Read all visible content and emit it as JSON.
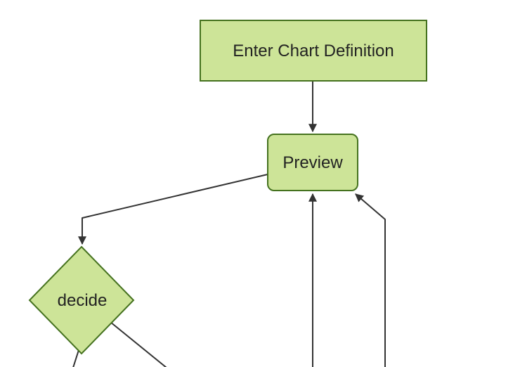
{
  "diagram": {
    "type": "flowchart",
    "direction": "top-down",
    "nodes": [
      {
        "id": "enter-chart-definition",
        "shape": "rectangle",
        "label": "Enter Chart Definition"
      },
      {
        "id": "preview",
        "shape": "rounded-rectangle",
        "label": "Preview"
      },
      {
        "id": "decide",
        "shape": "diamond",
        "label": "decide"
      }
    ],
    "edges": [
      {
        "from": "enter-chart-definition",
        "to": "preview",
        "arrowhead": true
      },
      {
        "from": "preview",
        "to": "decide",
        "arrowhead": true
      },
      {
        "from": "offscreen-bottom-center",
        "to": "preview",
        "arrowhead": true
      },
      {
        "from": "offscreen-bottom-right",
        "to": "preview",
        "arrowhead": true
      },
      {
        "from": "decide",
        "to": "offscreen-bottom-left",
        "arrowhead": false
      },
      {
        "from": "decide",
        "to": "offscreen-bottom-right",
        "arrowhead": false
      }
    ]
  },
  "theme": {
    "background": "#ffffff",
    "node_fill": "#cde498",
    "node_stroke": "#45721f",
    "edge_color": "#333333",
    "label_color": "#222222"
  }
}
